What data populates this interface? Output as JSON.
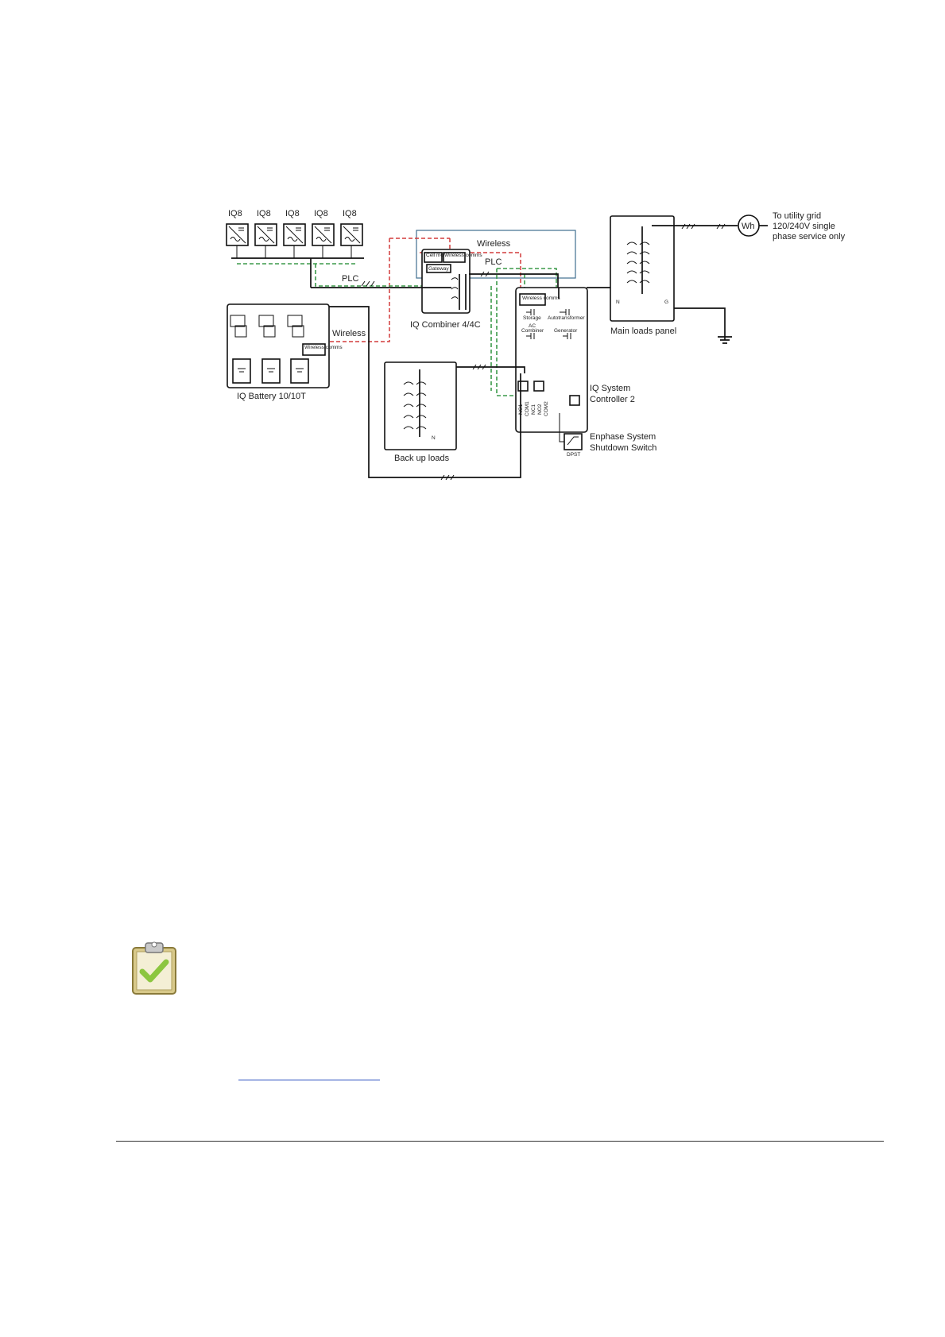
{
  "diagram": {
    "microinverters": [
      "IQ8",
      "IQ8",
      "IQ8",
      "IQ8",
      "IQ8"
    ],
    "links": {
      "wireless_top": "Wireless",
      "plc_mid": "PLC",
      "plc_left": "PLC",
      "wireless_left": "Wireless"
    },
    "combiner": {
      "name": "IQ Combiner 4/4C",
      "cell_modem": "Cell modem",
      "wireless_comms": "Wireless comms",
      "gateway": "Gateway"
    },
    "battery": {
      "name": "IQ Battery 10/10T",
      "wireless_comms": "Wireless comms"
    },
    "controller": {
      "name_line1": "IQ System",
      "name_line2": "Controller 2",
      "wireless_comms": "Wireless comms",
      "storage": "Storage",
      "autotransformer": "Autotransformer",
      "ac_combiner_line1": "AC",
      "ac_combiner_line2": "Combiner",
      "generator": "Generator",
      "terminals": [
        "NO1",
        "COM1",
        "NC1",
        "NO2",
        "COM2"
      ]
    },
    "main_panel": {
      "name": "Main loads panel",
      "n": "N",
      "g": "G"
    },
    "backup": {
      "name": "Back up loads",
      "n": "N"
    },
    "grid": {
      "meter": "Wh",
      "line1": "To utility grid",
      "line2": "120/240V single",
      "line3": "phase service only"
    },
    "shutdown": {
      "line1": "Enphase System",
      "line2": "Shutdown Switch",
      "dpst": "DPST"
    }
  }
}
